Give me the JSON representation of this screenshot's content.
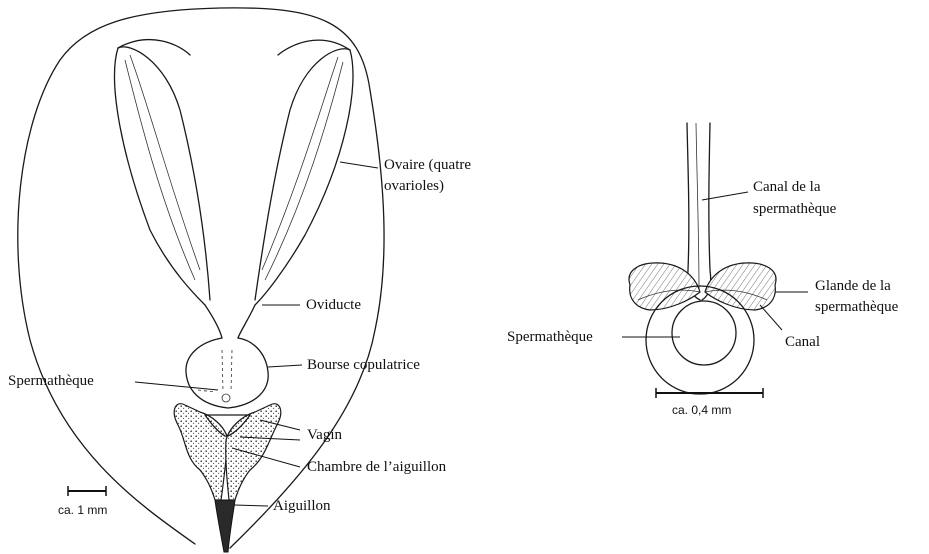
{
  "left_figure": {
    "labels": {
      "ovaire_l1": "Ovaire (quatre",
      "ovaire_l2": "ovarioles)",
      "oviducte": "Oviducte",
      "bourse": "Bourse copulatrice",
      "spermatheque": "Spermathèque",
      "vagin": "Vagin",
      "chambre": "Chambre de l’aiguillon",
      "aiguillon": "Aiguillon"
    },
    "scale_label": "ca. 1 mm"
  },
  "right_figure": {
    "labels": {
      "canal_l1": "Canal de la",
      "canal_l2": "spermathèque",
      "glande_l1": "Glande de la",
      "glande_l2": "spermathèque",
      "spermatheque": "Spermathèque",
      "canal": "Canal"
    },
    "scale_label": "ca. 0,4 mm"
  }
}
